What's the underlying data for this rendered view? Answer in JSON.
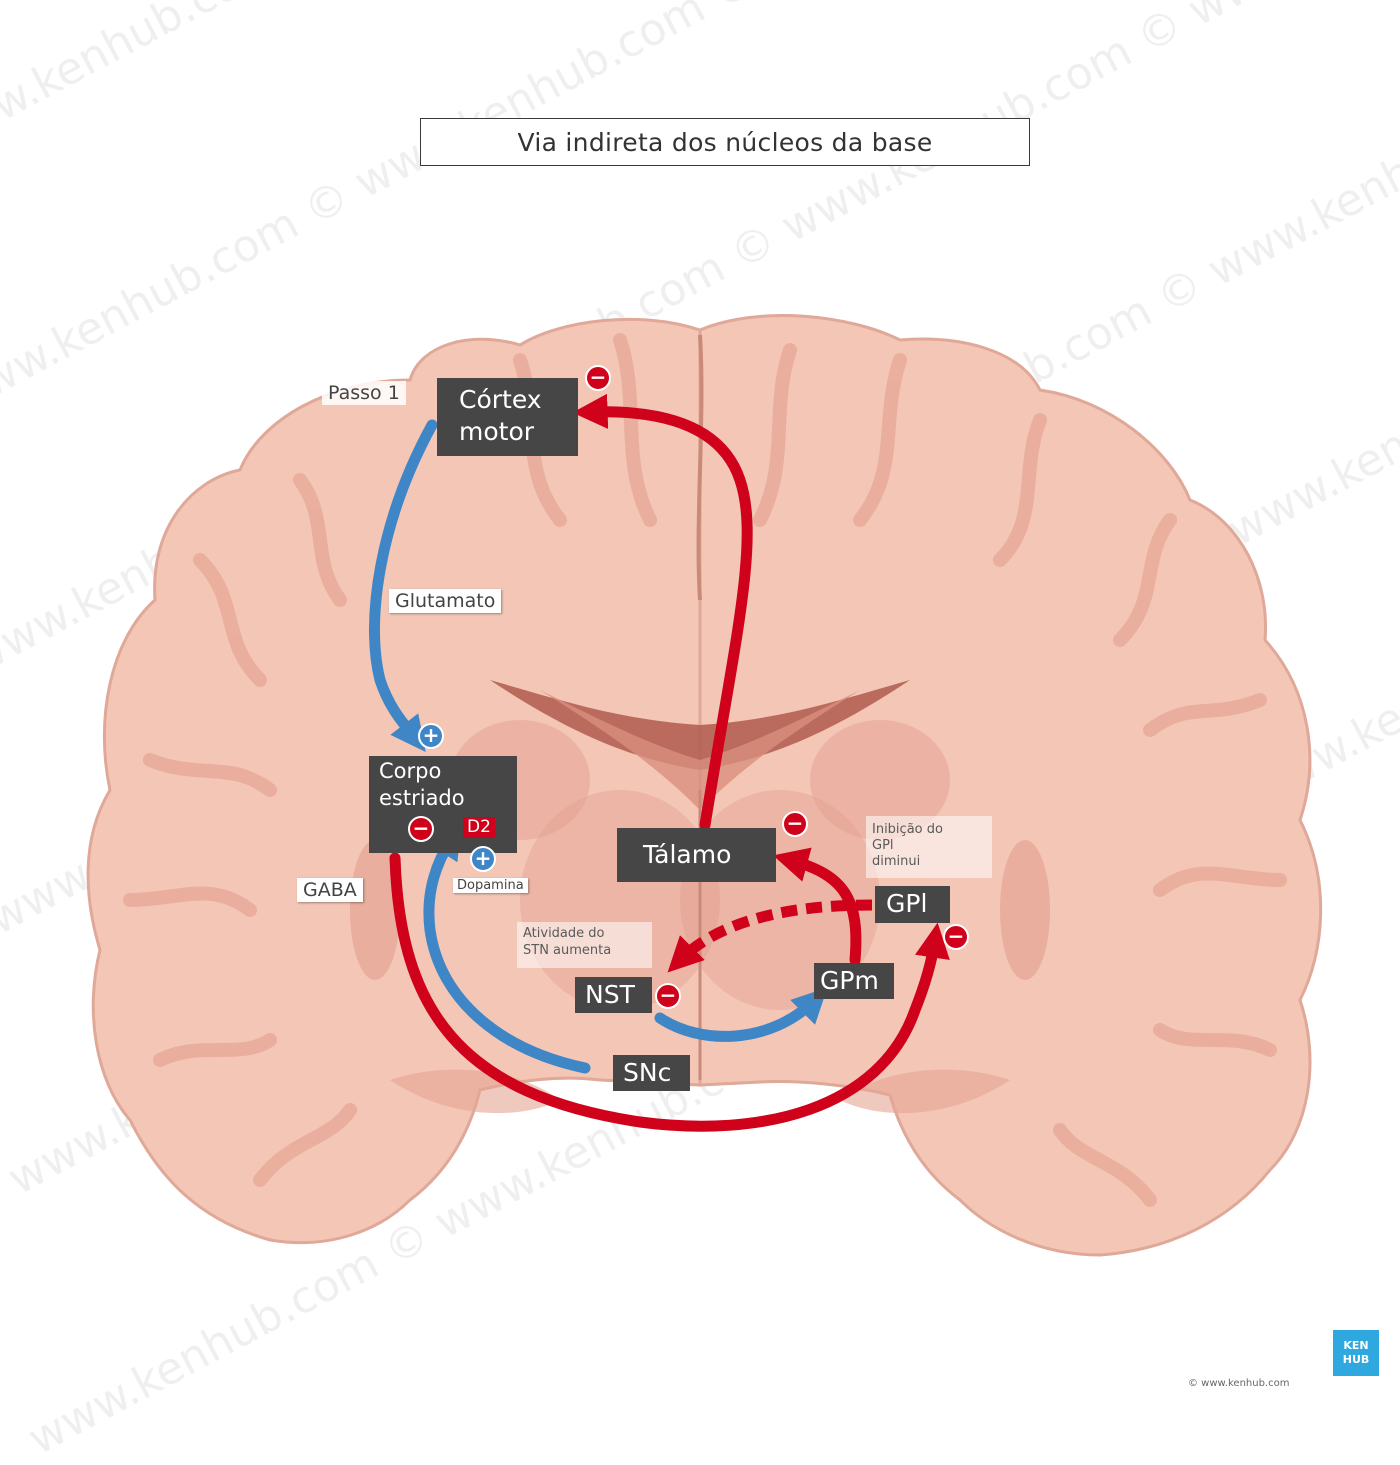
{
  "title": "Via indireta dos núcleos da base",
  "nodes": {
    "cortex": [
      "Córtex",
      "motor"
    ],
    "striatum": [
      "Corpo",
      "estriado"
    ],
    "thalamus": "Tálamo",
    "gpl": "GPl",
    "gpm": "GPm",
    "nst": "NST",
    "snc": "SNc"
  },
  "labels": {
    "step1": "Passo 1",
    "glutamate": "Glutamato",
    "gaba": "GABA",
    "dopamine": "Dopamina",
    "d2": "D2"
  },
  "notes": {
    "stn_activity": [
      "Atividade do",
      "STN aumenta"
    ],
    "gpl_inhibition": [
      "Inibição do",
      "GPl",
      "diminui"
    ]
  },
  "signs": {
    "minus": "−",
    "plus": "+"
  },
  "watermark": "www.kenhub.com ©",
  "logo": [
    "KEN",
    "HUB"
  ],
  "copyright": "© www.kenhub.com",
  "colors": {
    "excitatory_arrow": "#3f86c7",
    "inhibitory_arrow": "#d0021b",
    "node_fill": "#464646",
    "brain_tissue": "#f3c6b6",
    "grey_matter": "#e9a898"
  }
}
